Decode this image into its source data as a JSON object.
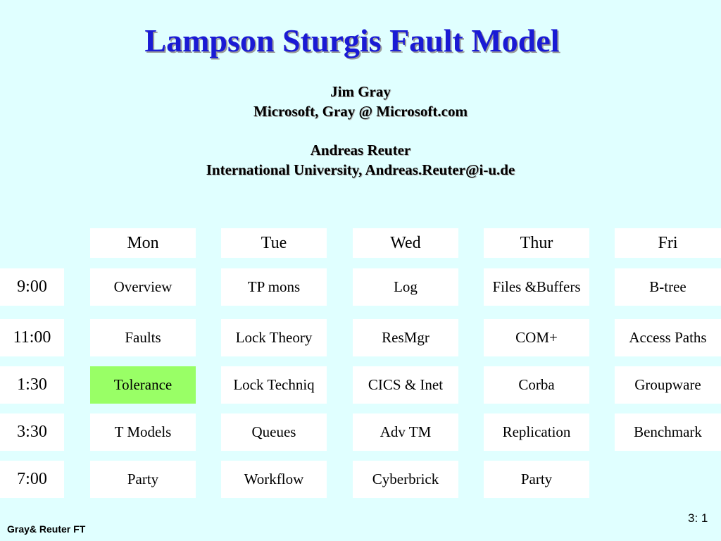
{
  "title": "Lampson Sturgis Fault Model",
  "authors": [
    {
      "name": "Jim Gray",
      "affiliation": "Microsoft,  Gray @ Microsoft.com"
    },
    {
      "name": "Andreas Reuter",
      "affiliation": "International University, Andreas.Reuter@i-u.de"
    }
  ],
  "schedule": {
    "days": [
      "Mon",
      "Tue",
      "Wed",
      "Thur",
      "Fri"
    ],
    "times": [
      "9:00",
      "11:00",
      "1:30",
      "3:30",
      "7:00"
    ],
    "rows": [
      [
        "Overview",
        "TP mons",
        "Log",
        "Files &Buffers",
        "B-tree"
      ],
      [
        "Faults",
        "Lock Theory",
        "ResMgr",
        "COM+",
        "Access Paths"
      ],
      [
        "Tolerance",
        "Lock Techniq",
        "CICS & Inet",
        "Corba",
        "Groupware"
      ],
      [
        "T Models",
        "Queues",
        "Adv TM",
        "Replication",
        "Benchmark"
      ],
      [
        "Party",
        "Workflow",
        "Cyberbrick",
        "Party",
        ""
      ]
    ],
    "current_session": "Tolerance",
    "highlight_color": "#99ff66"
  },
  "footer": {
    "left": "Gray& Reuter  FT",
    "page": "3: 1"
  }
}
